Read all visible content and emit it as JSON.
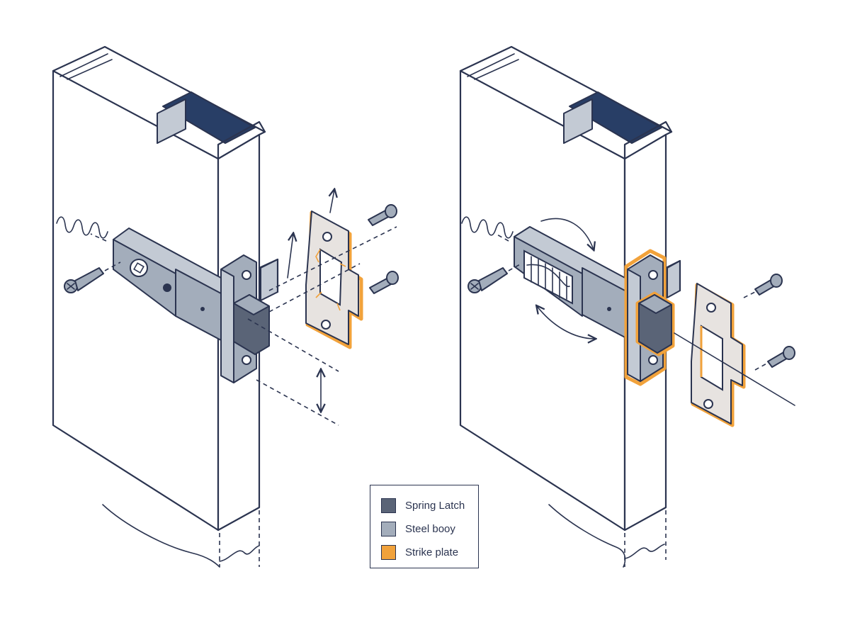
{
  "legend": {
    "items": [
      {
        "label": "Spring Latch",
        "color": "#5a6477"
      },
      {
        "label": "Steel booy",
        "color": "#a3adbb"
      },
      {
        "label": "Strike plate",
        "color": "#f1a23b"
      }
    ]
  },
  "colors": {
    "outline": "#2b3450",
    "door_cavity": "#283e66",
    "background": "#ffffff"
  }
}
